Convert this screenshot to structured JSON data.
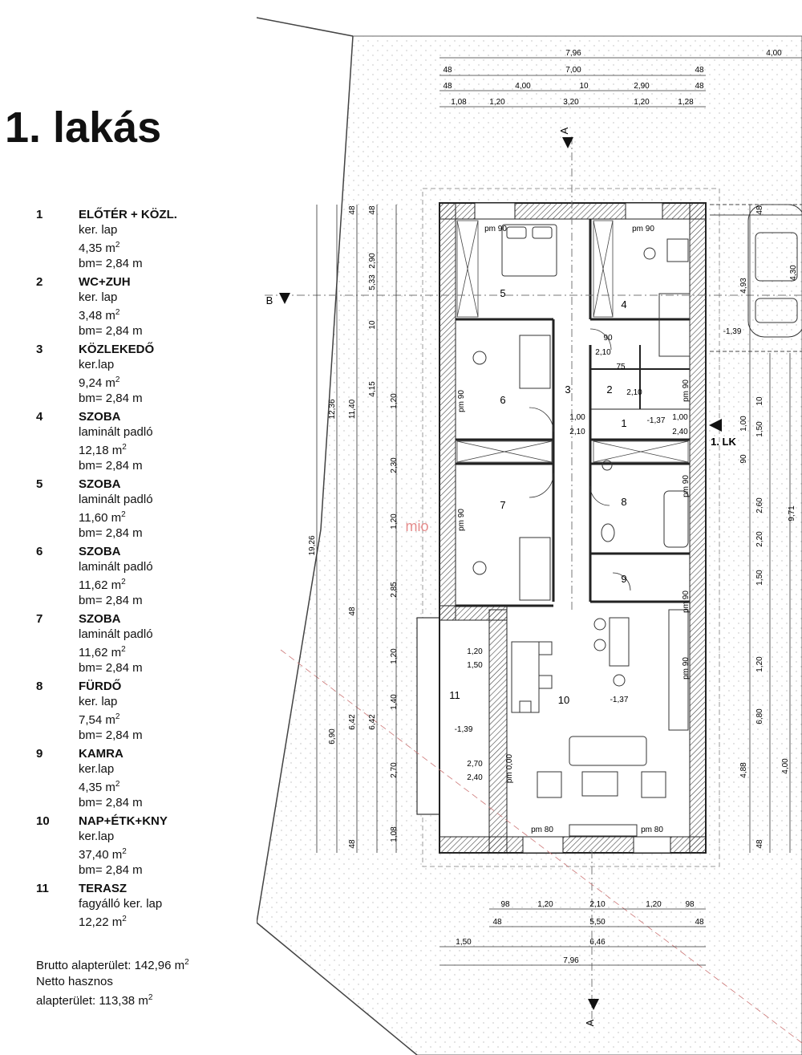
{
  "title": "1. lakás",
  "rooms": [
    {
      "num": "1",
      "name": "ELŐTÉR + KÖZL.",
      "floor": "ker. lap",
      "area": "4,35 m",
      "bm": "bm= 2,84 m"
    },
    {
      "num": "2",
      "name": "WC+ZUH",
      "floor": "ker. lap",
      "area": "3,48 m",
      "bm": "bm= 2,84 m"
    },
    {
      "num": "3",
      "name": "KÖZLEKEDŐ",
      "floor": "ker.lap",
      "area": "9,24 m",
      "bm": "bm= 2,84 m"
    },
    {
      "num": "4",
      "name": "SZOBA",
      "floor": "laminált padló",
      "area": "12,18 m",
      "bm": "bm= 2,84 m"
    },
    {
      "num": "5",
      "name": "SZOBA",
      "floor": "laminált padló",
      "area": "11,60 m",
      "bm": "bm= 2,84 m"
    },
    {
      "num": "6",
      "name": "SZOBA",
      "floor": "laminált padló",
      "area": "11,62 m",
      "bm": "bm= 2,84 m"
    },
    {
      "num": "7",
      "name": "SZOBA",
      "floor": "laminált padló",
      "area": "11,62 m",
      "bm": "bm= 2,84 m"
    },
    {
      "num": "8",
      "name": "FÜRDŐ",
      "floor": "ker. lap",
      "area": "7,54 m",
      "bm": "bm= 2,84 m"
    },
    {
      "num": "9",
      "name": "KAMRA",
      "floor": "ker.lap",
      "area": "4,35 m",
      "bm": "bm= 2,84 m"
    },
    {
      "num": "10",
      "name": "NAP+ÉTK+KNY",
      "floor": "ker.lap",
      "area": "37,40 m",
      "bm": "bm= 2,84 m"
    },
    {
      "num": "11",
      "name": "TERASZ",
      "floor": "fagyálló ker. lap",
      "area": "12,22 m",
      "bm": ""
    }
  ],
  "summary": {
    "brutto": "Brutto alapterület: 142,96 m",
    "netto1": "Netto hasznos",
    "netto2": "alapterület: 113,38 m",
    "sup": "2"
  },
  "plan": {
    "top_dims": [
      "7,96",
      "4,00",
      "48",
      "7,00",
      "48",
      "48",
      "4,00",
      "10",
      "2,90",
      "48",
      "1,08",
      "1,20",
      "3,20",
      "1,20",
      "1,28"
    ],
    "bottom_dims": [
      "98",
      "1,20",
      "2,10",
      "1,20",
      "98",
      "48",
      "5,50",
      "48",
      "1,50",
      "6,46",
      "7,96"
    ],
    "left_dims": [
      "19,26",
      "12,36",
      "11,40",
      "5,33",
      "4,15",
      "6,90",
      "6,42",
      "6,42",
      "2,90",
      "10",
      "1,20",
      "2,30",
      "1,20",
      "2,85",
      "1,20",
      "1,40",
      "2,70",
      "1,08",
      "48",
      "48",
      "48",
      "48"
    ],
    "right_dims": [
      "9,71",
      "4,93",
      "4,30",
      "4,88",
      "4,00",
      "2,60",
      "2,20",
      "1,50",
      "1,20",
      "6,80",
      "48",
      "48",
      "1,00",
      "1,50",
      "90",
      "10"
    ],
    "room_labels": [
      "1",
      "2",
      "3",
      "4",
      "5",
      "6",
      "7",
      "8",
      "9",
      "10",
      "11"
    ],
    "openings": [
      "pm 90",
      "pm 90",
      "pm 90",
      "pm 90",
      "pm 90",
      "pm 90",
      "pm 90",
      "pm 90",
      "pm 80",
      "pm 80",
      "pm 0,00"
    ],
    "door_heights": [
      "90",
      "2,10",
      "1,00",
      "2,10",
      "75",
      "2,10",
      "1,20",
      "1,50",
      "2,70",
      "2,40",
      "1,00",
      "2,40"
    ],
    "levels": [
      "-1,37",
      "-1,37",
      "-1,39",
      "-1,39"
    ],
    "section_marks": [
      "A",
      "A",
      "B"
    ],
    "entry_label": "1. LK",
    "watermark": "mio"
  }
}
